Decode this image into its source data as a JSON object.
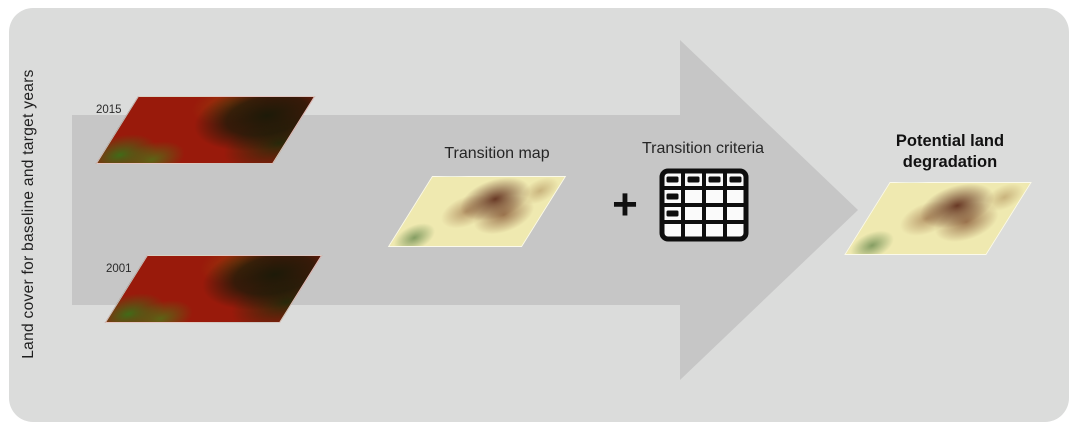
{
  "diagram": {
    "side_label": "Land cover for baseline and target years",
    "inputs": [
      {
        "year": "2015"
      },
      {
        "year": "2001"
      }
    ],
    "transition_map_label": "Transition map",
    "operator": "+",
    "transition_criteria_label": "Transition criteria",
    "output_label": "Potential land degradation"
  },
  "colors": {
    "page_background": "#ffffff",
    "panel_background": "#dbdcdb",
    "arrow": "#c6c6c6",
    "land_cover_map_base": "#991a0b",
    "transition_map_base": "#efe9b0",
    "table_icon": "#0e0e0e",
    "text": "#262626"
  }
}
